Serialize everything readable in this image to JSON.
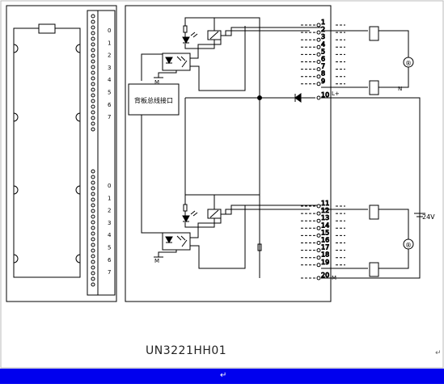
{
  "diagram": {
    "module_labels": {
      "upper": [
        "0",
        "1",
        "2",
        "3",
        "4",
        "5",
        "6",
        "7"
      ],
      "lower": [
        "0",
        "1",
        "2",
        "3",
        "4",
        "5",
        "6",
        "7"
      ]
    },
    "terminal_labels": [
      "1",
      "2",
      "3",
      "4",
      "5",
      "6",
      "7",
      "8",
      "9",
      "10",
      "11",
      "12",
      "13",
      "14",
      "15",
      "16",
      "17",
      "18",
      "19",
      "20"
    ],
    "backplane_label": "背板总线接口",
    "marker_M_upper": "M",
    "marker_M_lower": "M",
    "marker_N": "N",
    "marker_Lplus": "L+",
    "marker_M_terminal": "M",
    "marker_24V": "24V",
    "model_caption": "UN3221HH01",
    "para_mark": "↵"
  }
}
